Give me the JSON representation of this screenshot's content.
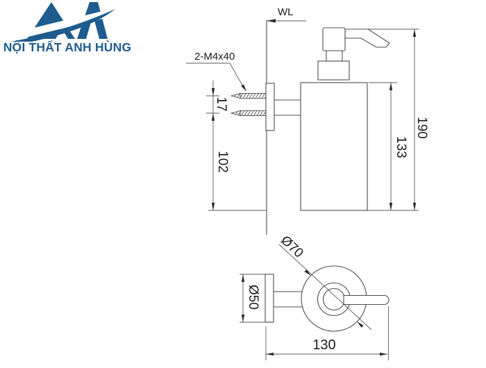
{
  "page": {
    "background": "#ffffff"
  },
  "logo": {
    "brand_name": "NỘI THẤT ANH HÙNG",
    "brand_color": "#1e5c8e",
    "icon_name": "anh-hung-monogram"
  },
  "drawing": {
    "line_color": "#4d4d4d",
    "text_color": "#1c1c1c",
    "wall_label": "WL",
    "screw_label": "2-M4x40",
    "side_view": {
      "dim_screw_spacing": "17",
      "dim_mount_height": "102",
      "dim_bottle_height": "133",
      "dim_total_height": "190"
    },
    "plan_view": {
      "dim_bottle_diameter": "Ø70",
      "dim_plate_diameter": "Ø50",
      "dim_depth": "130"
    }
  }
}
